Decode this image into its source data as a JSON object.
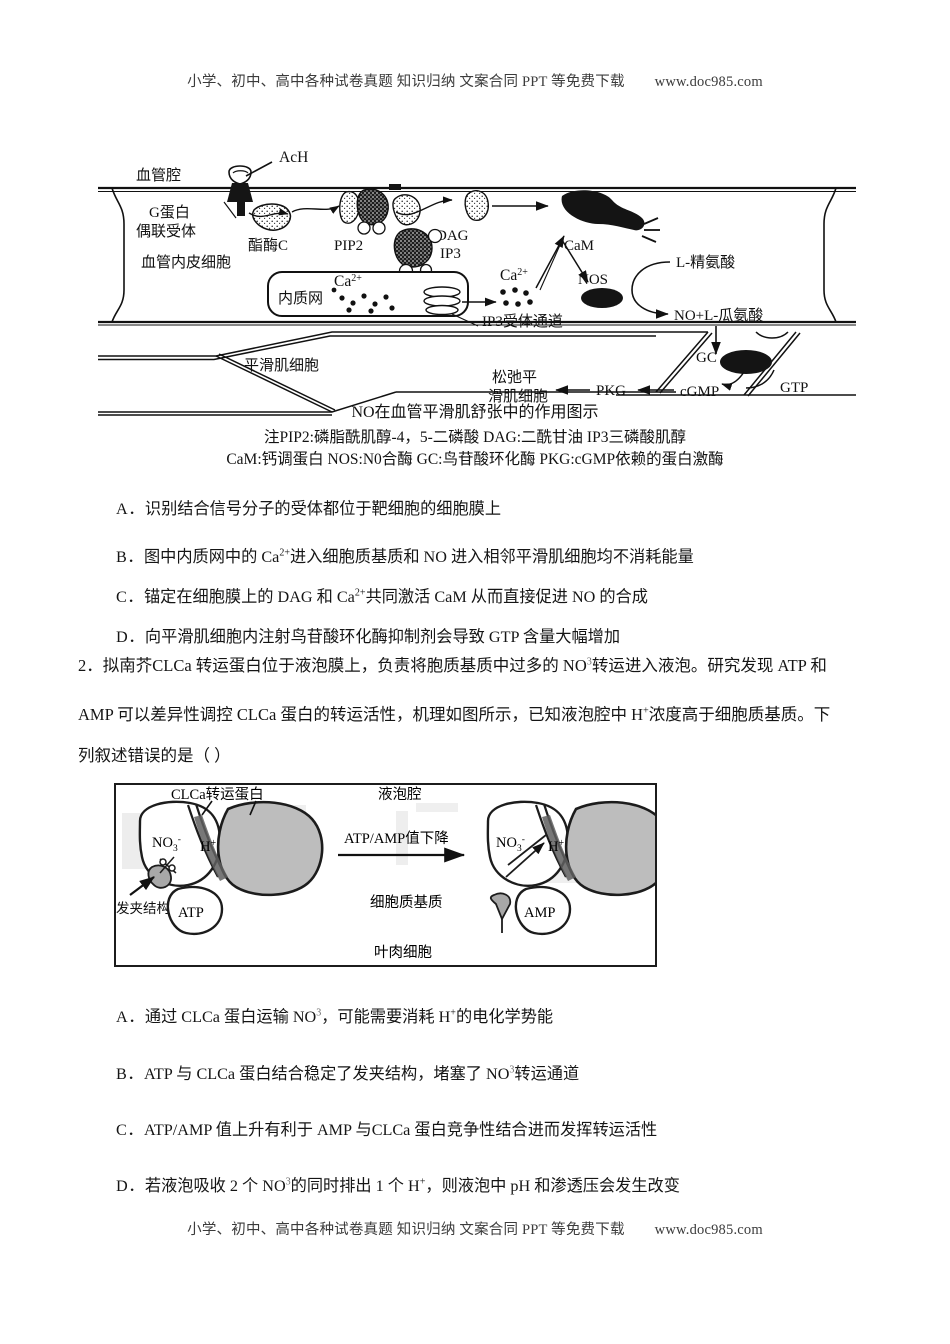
{
  "banner": {
    "text": "小学、初中、高中各种试卷真题 知识归纳 文案合同 PPT 等免费下载",
    "url": "www.doc985.com"
  },
  "figure1": {
    "title": "NO在血管平滑肌舒张中的作用图示",
    "note_line1": "注PIP2:磷脂酰肌醇-4，5-二磷酸        DAG:二酰甘油    IP3三磷酸肌醇",
    "note_line2": "CaM:钙调蛋白 NOS:N0合酶   GC:鸟苷酸环化酶   PKG:cGMP依赖的蛋白激酶",
    "labels": {
      "ach": "AcH",
      "lumen": "血管腔",
      "g_protein_receptor_l1": "G蛋白",
      "g_protein_receptor_l2": "偶联受体",
      "endothelial_cell": "血管内皮细胞",
      "phospholipase_c": "酯酶C",
      "pip2": "PIP2",
      "dag": "DAG",
      "ip3": "IP3",
      "cam": "CaM",
      "nos": "NOS",
      "er": "内质网",
      "calcium_er": "Ca",
      "calcium_cyto": "Ca",
      "calcium_right": "Ca",
      "calcium_charge": "2+",
      "ip3_receptor_channel": "IP3受体通道",
      "l_arginine": "L-精氨酸",
      "no_citrulline": "NO+L-瓜氨酸",
      "smooth_muscle_cell": "平滑肌细胞",
      "relax_l1": "松弛平",
      "relax_l2": "滑肌细胞",
      "pkg": "PKG",
      "cgmp": "cGMP",
      "gtp": "GTP",
      "gc": "GC"
    }
  },
  "question1": {
    "options": [
      {
        "label": "A．",
        "pre": "识别结合信号分子的受体都位于靶细胞的细胞膜上",
        "parts": []
      },
      {
        "label": "B．",
        "pre": "图中内质网中的",
        "parts": []
      },
      {
        "label": "C．",
        "pre": "锚定在细胞膜上的",
        "parts": []
      },
      {
        "label": "D．",
        "pre": "向平滑肌细胞内注射鸟苷酸环化酶抑制剂会导致",
        "parts": []
      }
    ],
    "optionA": "识别结合信号分子的受体都位于靶细胞的细胞膜上",
    "optionB_p1": "图中内质网中的 Ca",
    "optionB_sup": "2+",
    "optionB_p2": "进入细胞质基质和 NO 进入相邻平滑肌细胞均不消耗能量",
    "optionC_p1": "锚定在细胞膜上的 DAG 和 Ca",
    "optionC_sup": "2+",
    "optionC_p2": "共同激活 CaM 从而直接促进 NO 的合成",
    "optionD": "向平滑肌细胞内注射鸟苷酸环化酶抑制剂会导致 GTP 含量大幅增加"
  },
  "question2": {
    "number": "2．",
    "stem_line1_p1": "拟南芥CLCa 转运蛋白位于液泡膜上，负责将胞质基质中过多的  NO",
    "stem_line1_sup": "3",
    "stem_line1_p2": "转运进入液泡。研究发现 ATP 和",
    "stem_line2_p1": "AMP 可以差异性调控  CLCa 蛋白的转运活性，机理如图所示，已知液泡腔中 H",
    "stem_line2_sup": "+",
    "stem_line2_p2": "浓度高于细胞质基质。下",
    "stem_line3": "列叙述错误的是（   ）",
    "options": {
      "A_p1": "通过 CLCa 蛋白运输 NO",
      "A_sup": "3",
      "A_p2": "，可能需要消耗 H",
      "A_sup2": "+",
      "A_p3": "的电化学势能",
      "B_p1": "ATP 与 CLCa 蛋白结合稳定了发夹结构，堵塞了 NO",
      "B_sup": "3",
      "B_p2": "转运通道",
      "C": "ATP/AMP 值上升有利于  AMP 与CLCa 蛋白竞争性结合进而发挥转运活性",
      "D_p1": "若液泡吸收 2 个 NO",
      "D_sup": "3",
      "D_p2": "的同时排出 1 个 H",
      "D_sup2": "+",
      "D_p3": "，则液泡中 pH 和渗透压会发生改变"
    },
    "labels": {
      "A": "A．",
      "B": "B．",
      "C": "C．",
      "D": "D．"
    }
  },
  "figure2": {
    "labels": {
      "clca_protein": "CLCa转运蛋白",
      "vacuole_lumen": "液泡腔",
      "nitrate": "NO",
      "nitrate_sub": "3",
      "nitrate_charge": "-",
      "proton": "H",
      "proton_charge": "+",
      "arrow_caption": "ATP/AMP值下降",
      "cytoplasm": "细胞质基质",
      "mesophyll_cell": "叶肉细胞",
      "hairpin": "发夹结构",
      "atp": "ATP",
      "amp": "AMP"
    }
  },
  "colors": {
    "ink": "#151515",
    "figure_stroke": "#1c1c1c",
    "gray_fill": "#b9b9b9",
    "banner_text": "#3b3b3b"
  }
}
